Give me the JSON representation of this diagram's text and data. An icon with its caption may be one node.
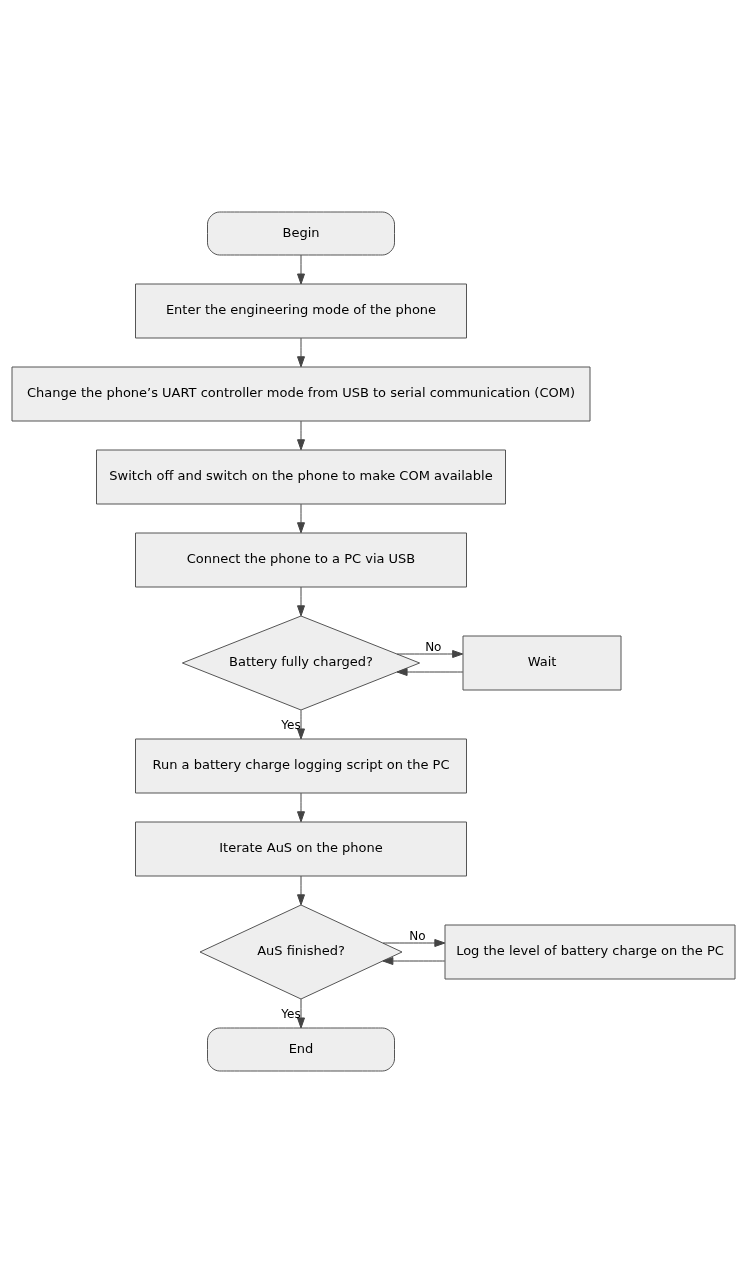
{
  "diagram": {
    "nodes": [
      {
        "text": [
          "Begin"
        ]
      },
      {
        "text": [
          "Enter the engineering mode of the phone"
        ]
      },
      {
        "text": [
          "Change the phone’s UART controller mode from USB to serial communication (COM)"
        ]
      },
      {
        "text": [
          "Switch off and switch on the phone to make COM available"
        ]
      },
      {
        "text": [
          "Connect the phone to a PC via USB"
        ]
      },
      {
        "text": [
          "Battery fully charged?"
        ]
      },
      {
        "text": [
          "Wait"
        ]
      },
      {
        "text": [
          "Run a battery charge logging script on the PC"
        ]
      },
      {
        "text": [
          "Iterate AuS on the phone"
        ]
      },
      {
        "text": [
          "AuS finished?"
        ]
      },
      {
        "text": [
          "Log the level of battery charge on the PC"
        ]
      },
      {
        "text": [
          "End"
        ]
      }
    ],
    "edges": [
      {
        "from": 0,
        "to": 1,
        "arrow": "to"
      },
      {
        "from": 1,
        "to": 2,
        "arrow": "to"
      },
      {
        "from": 2,
        "to": 3,
        "arrow": "to"
      },
      {
        "from": 3,
        "to": 4,
        "arrow": "to"
      },
      {
        "from": 4,
        "to": 5,
        "arrow": "to"
      },
      {
        "from": 5,
        "to": 6,
        "arrow": "to",
        "label": "No"
      },
      {
        "from": 6,
        "to": 5,
        "arrow": "to"
      },
      {
        "from": 5,
        "to": 7,
        "arrow": "to",
        "label": "Yes"
      },
      {
        "from": 7,
        "to": 8,
        "arrow": "to"
      },
      {
        "from": 8,
        "to": 9,
        "arrow": "to"
      },
      {
        "from": 9,
        "to": 10,
        "arrow": "to",
        "label": "No"
      },
      {
        "from": 10,
        "to": 9,
        "arrow": "to"
      },
      {
        "from": 9,
        "to": 11,
        "arrow": "to",
        "label": "Yes"
      }
    ]
  }
}
